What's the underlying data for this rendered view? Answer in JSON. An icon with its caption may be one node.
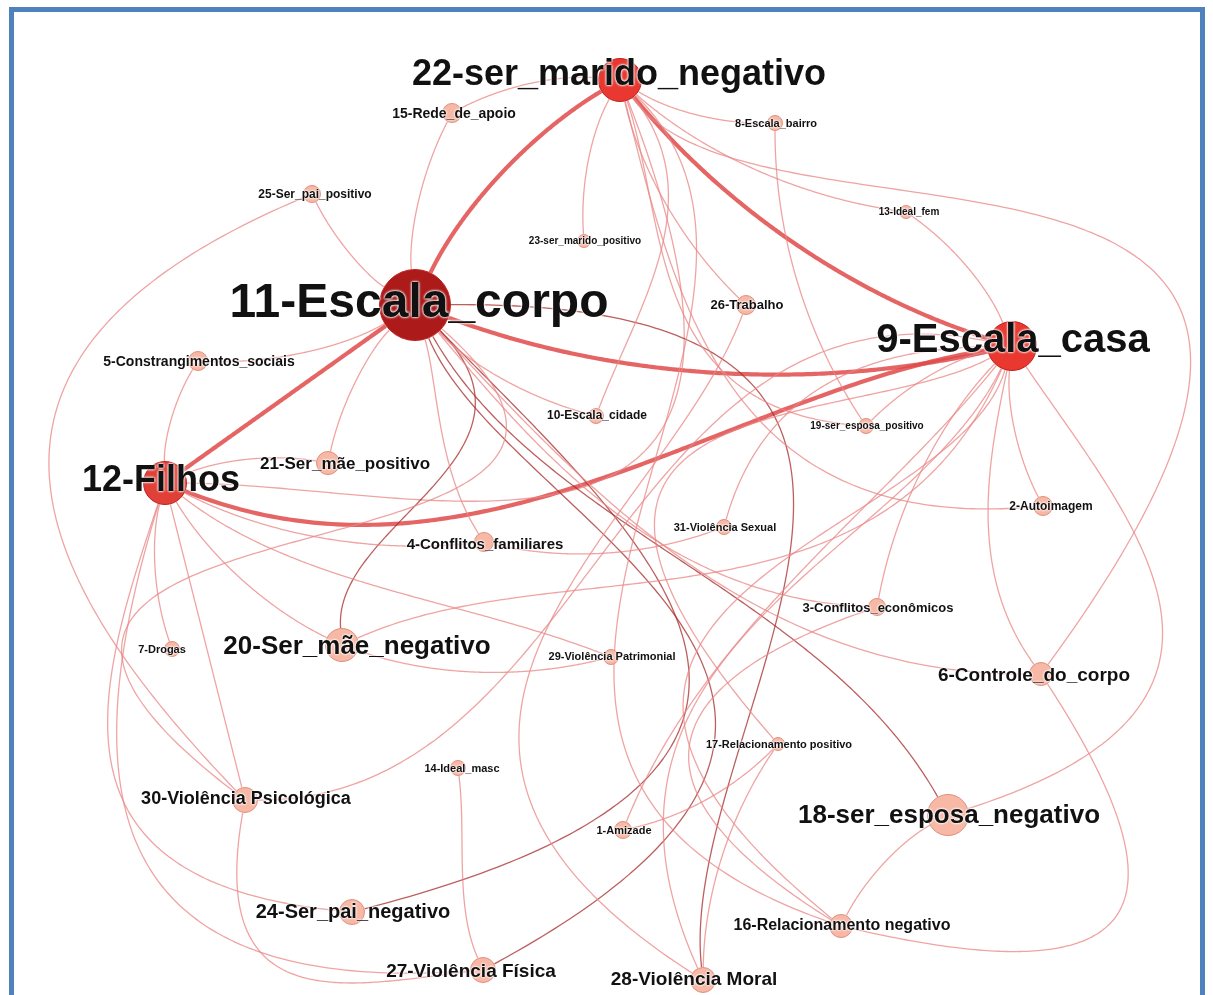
{
  "diagram": {
    "nodes": [
      {
        "text": [
          "22-ser_marido_negativo"
        ]
      },
      {
        "text": [
          "15-Rede_de_apoio"
        ]
      },
      {
        "text": [
          "8-Escala_bairro"
        ]
      },
      {
        "text": [
          "25-Ser_pai_positivo"
        ]
      },
      {
        "text": [
          "13-Ideal_fem"
        ]
      },
      {
        "text": [
          "23-ser_marido_positivo"
        ]
      },
      {
        "text": [
          "11-Escala_corpo"
        ]
      },
      {
        "text": [
          "26-Trabalho"
        ]
      },
      {
        "text": [
          "9-Escala_casa"
        ]
      },
      {
        "text": [
          "5-Constrangimentos_sociais"
        ]
      },
      {
        "text": [
          "10-Escala_cidade"
        ]
      },
      {
        "text": [
          "19-ser_esposa_positivo"
        ]
      },
      {
        "text": [
          "21-Ser_mãe_positivo"
        ]
      },
      {
        "text": [
          "12-Filhos"
        ]
      },
      {
        "text": [
          "2-Autoimagem"
        ]
      },
      {
        "text": [
          "31-Violência Sexual"
        ]
      },
      {
        "text": [
          "4-Conflitos_familiares"
        ]
      },
      {
        "text": [
          "3-Conflitos_econômicos"
        ]
      },
      {
        "text": [
          "7-Drogas"
        ]
      },
      {
        "text": [
          "20-Ser_mãe_negativo"
        ]
      },
      {
        "text": [
          "29-Violência Patrimonial"
        ]
      },
      {
        "text": [
          "6-Controle_do_corpo"
        ]
      },
      {
        "text": [
          "17-Relacionamento positivo"
        ]
      },
      {
        "text": [
          "14-Ideal_masc"
        ]
      },
      {
        "text": [
          "30-Violência Psicológica"
        ]
      },
      {
        "text": [
          "18-ser_esposa_negativo"
        ]
      },
      {
        "text": [
          "1-Amizade"
        ]
      },
      {
        "text": [
          "24-Ser_pai_negativo"
        ]
      },
      {
        "text": [
          "16-Relacionamento negativo"
        ]
      },
      {
        "text": [
          "27-Violência Física"
        ]
      },
      {
        "text": [
          "28-Violência Moral"
        ]
      }
    ],
    "edges": [
      {
        "from": 0,
        "to": 6,
        "arrow": "none",
        "style": "thick"
      },
      {
        "from": 6,
        "to": 8,
        "arrow": "none",
        "style": "thick"
      },
      {
        "from": 0,
        "to": 8,
        "arrow": "none",
        "style": "thick"
      },
      {
        "from": 13,
        "to": 8,
        "arrow": "none",
        "style": "thick"
      },
      {
        "from": 6,
        "to": 13,
        "arrow": "none",
        "style": "thick"
      },
      {
        "from": 6,
        "to": 12,
        "arrow": "none"
      },
      {
        "from": 0,
        "to": 13,
        "arrow": "none"
      },
      {
        "from": 6,
        "to": 19,
        "arrow": "none",
        "color": "#a52a2a"
      },
      {
        "from": 6,
        "to": 27,
        "arrow": "none",
        "color": "#a52a2a"
      },
      {
        "from": 6,
        "to": 29,
        "arrow": "none",
        "color": "#a52a2a"
      },
      {
        "from": 6,
        "to": 30,
        "arrow": "none",
        "color": "#a52a2a"
      },
      {
        "from": 6,
        "to": 25,
        "arrow": "none",
        "color": "#a52a2a"
      },
      {
        "from": 6,
        "to": 24,
        "arrow": "none"
      },
      {
        "from": 6,
        "to": 16,
        "arrow": "none"
      },
      {
        "from": 6,
        "to": 10,
        "arrow": "none"
      },
      {
        "from": 6,
        "to": 21,
        "arrow": "none"
      },
      {
        "from": 6,
        "to": 17,
        "arrow": "none"
      },
      {
        "from": 0,
        "to": 1,
        "arrow": "none"
      },
      {
        "from": 0,
        "to": 5,
        "arrow": "none"
      },
      {
        "from": 0,
        "to": 7,
        "arrow": "none"
      },
      {
        "from": 0,
        "to": 10,
        "arrow": "none"
      },
      {
        "from": 0,
        "to": 2,
        "arrow": "none"
      },
      {
        "from": 0,
        "to": 4,
        "arrow": "none"
      },
      {
        "from": 0,
        "to": 11,
        "arrow": "none"
      },
      {
        "from": 0,
        "to": 14,
        "arrow": "none"
      },
      {
        "from": 0,
        "to": 21,
        "arrow": "none"
      },
      {
        "from": 0,
        "to": 28,
        "arrow": "none"
      },
      {
        "from": 8,
        "to": 21,
        "arrow": "none"
      },
      {
        "from": 8,
        "to": 25,
        "arrow": "none"
      },
      {
        "from": 8,
        "to": 14,
        "arrow": "none"
      },
      {
        "from": 8,
        "to": 17,
        "arrow": "none"
      },
      {
        "from": 8,
        "to": 28,
        "arrow": "none"
      },
      {
        "from": 8,
        "to": 19,
        "arrow": "none"
      },
      {
        "from": 8,
        "to": 30,
        "arrow": "none"
      },
      {
        "from": 8,
        "to": 15,
        "arrow": "none"
      },
      {
        "from": 8,
        "to": 22,
        "arrow": "none"
      },
      {
        "from": 8,
        "to": 26,
        "arrow": "none"
      },
      {
        "from": 8,
        "to": 24,
        "arrow": "none"
      },
      {
        "from": 8,
        "to": 11,
        "arrow": "none"
      },
      {
        "from": 8,
        "to": 4,
        "arrow": "none"
      },
      {
        "from": 13,
        "to": 24,
        "arrow": "none"
      },
      {
        "from": 13,
        "to": 19,
        "arrow": "none"
      },
      {
        "from": 13,
        "to": 18,
        "arrow": "none"
      },
      {
        "from": 13,
        "to": 27,
        "arrow": "none"
      },
      {
        "from": 13,
        "to": 29,
        "arrow": "none"
      },
      {
        "from": 13,
        "to": 16,
        "arrow": "none"
      },
      {
        "from": 13,
        "to": 20,
        "arrow": "none"
      },
      {
        "from": 1,
        "to": 6,
        "arrow": "none"
      },
      {
        "from": 3,
        "to": 6,
        "arrow": "none"
      },
      {
        "from": 3,
        "to": 24,
        "arrow": "none"
      },
      {
        "from": 9,
        "to": 6,
        "arrow": "none"
      },
      {
        "from": 9,
        "to": 13,
        "arrow": "none"
      },
      {
        "from": 7,
        "to": 30,
        "arrow": "none"
      },
      {
        "from": 2,
        "to": 11,
        "arrow": "none"
      },
      {
        "from": 17,
        "to": 28,
        "arrow": "none"
      },
      {
        "from": 21,
        "to": 28,
        "arrow": "none"
      },
      {
        "from": 25,
        "to": 28,
        "arrow": "none"
      },
      {
        "from": 24,
        "to": 29,
        "arrow": "none"
      },
      {
        "from": 19,
        "to": 20,
        "arrow": "none"
      },
      {
        "from": 23,
        "to": 29,
        "arrow": "none"
      },
      {
        "from": 26,
        "to": 22,
        "arrow": "none"
      },
      {
        "from": 22,
        "to": 30,
        "arrow": "none"
      },
      {
        "from": 16,
        "to": 15,
        "arrow": "none"
      },
      {
        "from": 12,
        "to": 13,
        "arrow": "none"
      }
    ]
  }
}
